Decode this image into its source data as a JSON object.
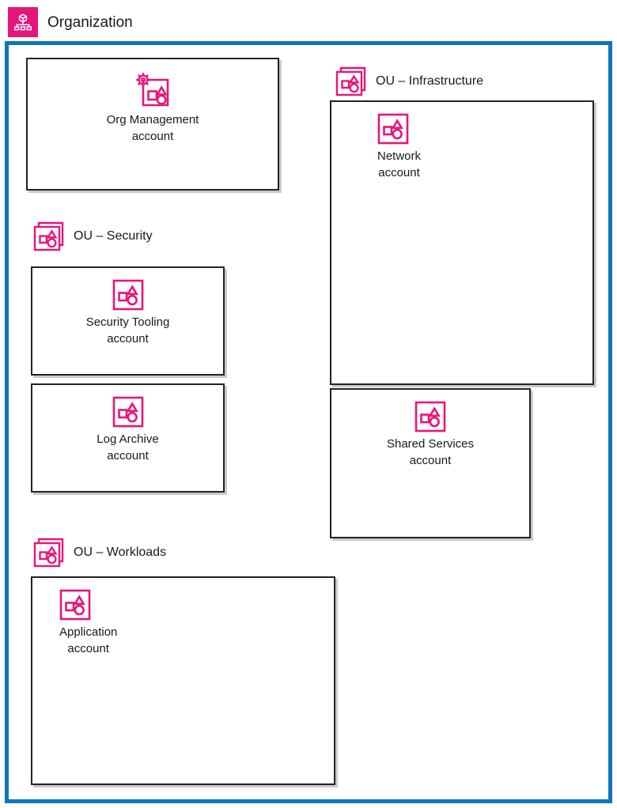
{
  "header": {
    "title": "Organization",
    "icon": "organization-tree-icon",
    "badge_color": "#e7157b"
  },
  "colors": {
    "accent_pink": "#e7157b",
    "frame_blue": "#0f76bc",
    "card_border": "#232323",
    "card_shadow": "#c9c9c9",
    "text": "#16191f"
  },
  "organization": {
    "frame_label": "Organization",
    "management_account": {
      "name": "Org Management",
      "sub": "account",
      "icon": "management-account-icon"
    },
    "organizational_units": [
      {
        "id": "security",
        "label": "OU – Security",
        "icon": "ou-icon",
        "accounts": [
          {
            "name": "Security Tooling",
            "sub": "account",
            "icon": "account-icon"
          },
          {
            "name": "Log Archive",
            "sub": "account",
            "icon": "account-icon"
          }
        ]
      },
      {
        "id": "workloads",
        "label": "OU – Workloads",
        "icon": "ou-icon",
        "accounts": [
          {
            "name": "Application",
            "sub": "account",
            "icon": "account-icon"
          }
        ]
      },
      {
        "id": "infrastructure",
        "label": "OU – Infrastructure",
        "icon": "ou-icon",
        "accounts": [
          {
            "name": "Network",
            "sub": "account",
            "icon": "account-icon"
          },
          {
            "name": "Shared Services",
            "sub": "account",
            "icon": "account-icon"
          }
        ]
      }
    ]
  }
}
